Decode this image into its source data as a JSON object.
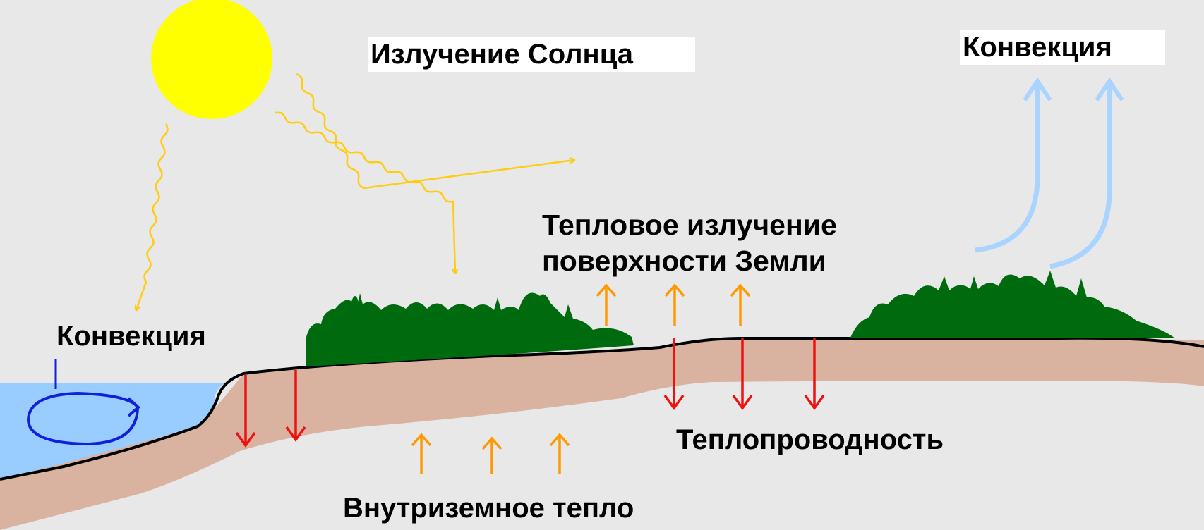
{
  "labels": {
    "sun_radiation": "Излучение Солнца",
    "convection_top": "Конвекция",
    "thermal_radiation_line1": "Тепловое излучение",
    "thermal_radiation_line2": "поверхности Земли",
    "convection_water": "Конвекция",
    "conduction": "Теплопроводность",
    "internal_heat": "Внутриземное тепло"
  },
  "colors": {
    "background": "#e8e8e8",
    "sun": "#ffff00",
    "solar_rays": "#ffcc11",
    "water": "#99ccff",
    "soil": "#d9b3a0",
    "ground_line": "#000000",
    "forest": "#006a0e",
    "warm_arrow": "#ff9900",
    "conduction_arrow": "#ee1111",
    "convection_air_arrow": "#a8d4ff",
    "convection_water_arrow": "#1020dd"
  }
}
